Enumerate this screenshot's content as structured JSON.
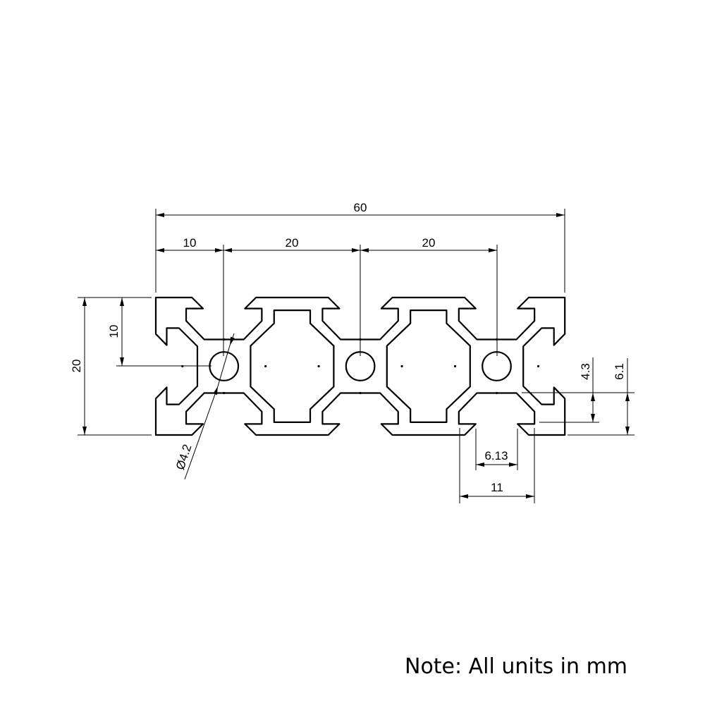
{
  "drawing": {
    "title": "2060 V-slot aluminium extrusion profile",
    "dimensions": {
      "overall_width": "60",
      "edge_to_center": "10",
      "pitch_1": "20",
      "pitch_2": "20",
      "height": "20",
      "half_height": "10",
      "hole_diameter": "Ø4.2",
      "slot_opening": "6.13",
      "slot_inner_width": "11",
      "lip_depth": "4.3",
      "slot_depth": "6.1"
    }
  },
  "note": "Note: All units in mm"
}
